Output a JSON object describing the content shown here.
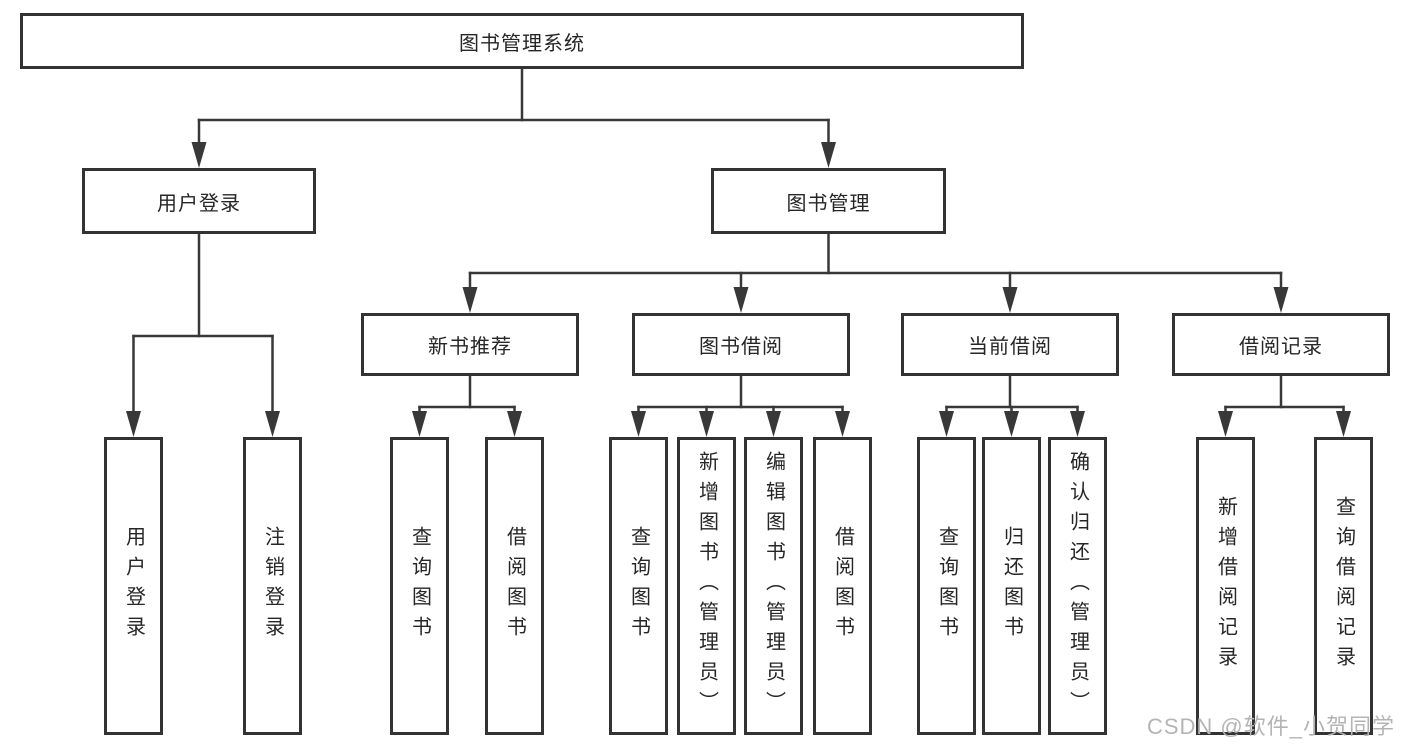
{
  "diagram": {
    "root": {
      "label": "图书管理系统"
    },
    "branches": [
      {
        "label": "用户登录",
        "children": [
          {
            "label": "用户登录"
          },
          {
            "label": "注销登录"
          }
        ]
      },
      {
        "label": "图书管理",
        "children": [
          {
            "label": "新书推荐",
            "children": [
              {
                "label": "查询图书"
              },
              {
                "label": "借阅图书"
              }
            ]
          },
          {
            "label": "图书借阅",
            "children": [
              {
                "label": "查询图书"
              },
              {
                "label": "新增图书（管理员）"
              },
              {
                "label": "编辑图书（管理员）"
              },
              {
                "label": "借阅图书"
              }
            ]
          },
          {
            "label": "当前借阅",
            "children": [
              {
                "label": "查询图书"
              },
              {
                "label": "归还图书"
              },
              {
                "label": "确认归还（管理员）"
              }
            ]
          },
          {
            "label": "借阅记录",
            "children": [
              {
                "label": "新增借阅记录"
              },
              {
                "label": "查询借阅记录"
              }
            ]
          }
        ]
      }
    ]
  },
  "watermark": {
    "text": "CSDN @软件_小贺同学"
  },
  "colors": {
    "background": "#ffffff",
    "line": "#383838",
    "box_border": "#333333",
    "text": "#262626",
    "watermark": "#b4b4b4"
  }
}
